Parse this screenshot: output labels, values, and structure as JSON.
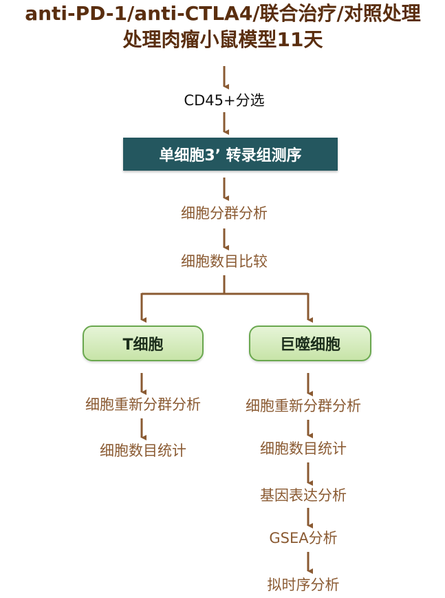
{
  "title": {
    "line1": "anti-PD-1/anti-CTLA4/联合治疗/对照处理",
    "line2": "处理肉瘤小鼠模型11天"
  },
  "steps": {
    "cd45": "CD45+分选",
    "sequencing": "单细胞3’ 转录组测序",
    "clustering": "细胞分群分析",
    "count_compare": "细胞数目比较"
  },
  "branches": {
    "t_cell": {
      "label": "T细胞",
      "steps": [
        "细胞重新分群分析",
        "细胞数目统计"
      ]
    },
    "macrophage": {
      "label": "巨噬细胞",
      "steps": [
        "细胞重新分群分析",
        "细胞数目统计",
        "基因表达分析",
        "GSEA分析",
        "拟时序分析"
      ]
    }
  },
  "colors": {
    "arrow": "#8a5a32",
    "banner": "#24575f",
    "pill_fill": "#d3eabb",
    "pill_border": "#6aa84f"
  }
}
